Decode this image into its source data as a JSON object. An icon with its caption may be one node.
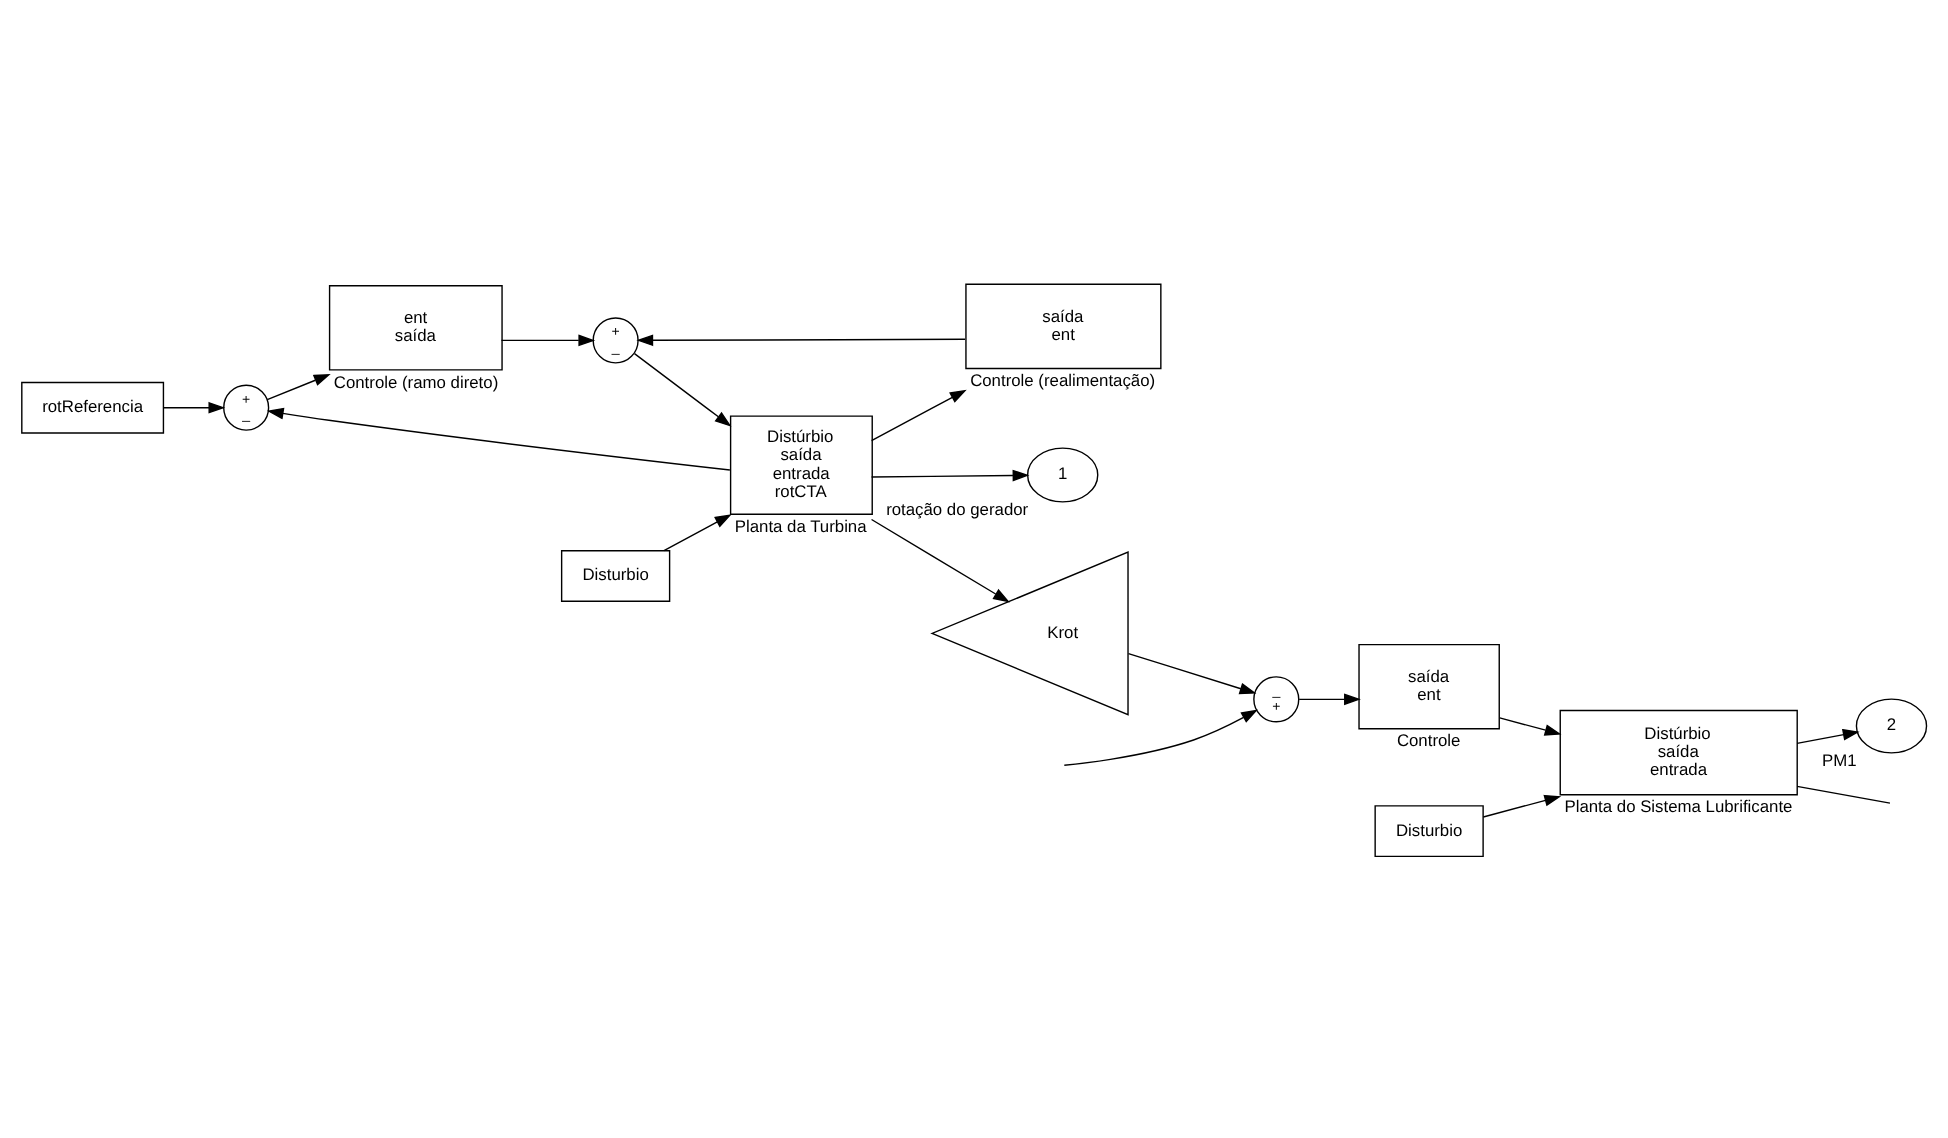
{
  "diagram": {
    "nodes": [
      {
        "text": [
          "rotReferencia"
        ]
      },
      {
        "text": [
          "+",
          "_"
        ]
      },
      {
        "text": [
          "ent",
          "saída",
          "Controle (ramo direto)"
        ]
      },
      {
        "text": [
          "+",
          "_"
        ]
      },
      {
        "text": [
          "Disturbio"
        ]
      },
      {
        "text": [
          "Distúrbio",
          "saída",
          "entrada",
          "rotCTA",
          "Planta da Turbina"
        ]
      },
      {
        "text": [
          "1"
        ],
        "beside": [
          "rotação do gerador"
        ]
      },
      {
        "text": [
          "saída",
          "ent",
          "Controle (realimentação)"
        ]
      },
      {
        "text": [
          "Disturbio"
        ]
      },
      {
        "text": [
          "Distúrbio",
          "saída",
          "entrada",
          "Planta do Sistema Lubrificante"
        ]
      },
      {
        "text": [
          "2"
        ],
        "beside": [
          "PM1"
        ]
      },
      {
        "text": [
          "saída",
          "ent",
          "Controle"
        ]
      },
      {
        "text": [
          "_",
          "+"
        ]
      },
      {
        "text": [
          "Krot"
        ]
      }
    ],
    "edges": [
      {
        "from": 0,
        "to": 1,
        "arrow": "to"
      },
      {
        "from": 1,
        "to": 2,
        "arrow": "to"
      },
      {
        "from": 2,
        "to": 3,
        "arrow": "to"
      },
      {
        "from": 3,
        "to": 5,
        "arrow": "to"
      },
      {
        "from": 4,
        "to": 5,
        "arrow": "to"
      },
      {
        "from": 5,
        "to": 6,
        "arrow": "to"
      },
      {
        "from": 5,
        "to": 1,
        "arrow": "to"
      },
      {
        "from": 5,
        "to": 7,
        "arrow": "to"
      },
      {
        "from": 7,
        "to": 3,
        "arrow": "to"
      },
      {
        "from": 5,
        "to": 13,
        "arrow": "to"
      },
      {
        "from": 13,
        "to": 12,
        "arrow": "to"
      },
      {
        "from": 12,
        "to": 11,
        "arrow": "to"
      },
      {
        "from": 11,
        "to": 9,
        "arrow": "to"
      },
      {
        "from": 8,
        "to": 9,
        "arrow": "to"
      },
      {
        "from": 9,
        "to": 10,
        "arrow": "to"
      },
      {
        "from": 9,
        "to": null,
        "arrow": "none"
      },
      {
        "from": null,
        "to": 12,
        "arrow": "to"
      }
    ]
  }
}
